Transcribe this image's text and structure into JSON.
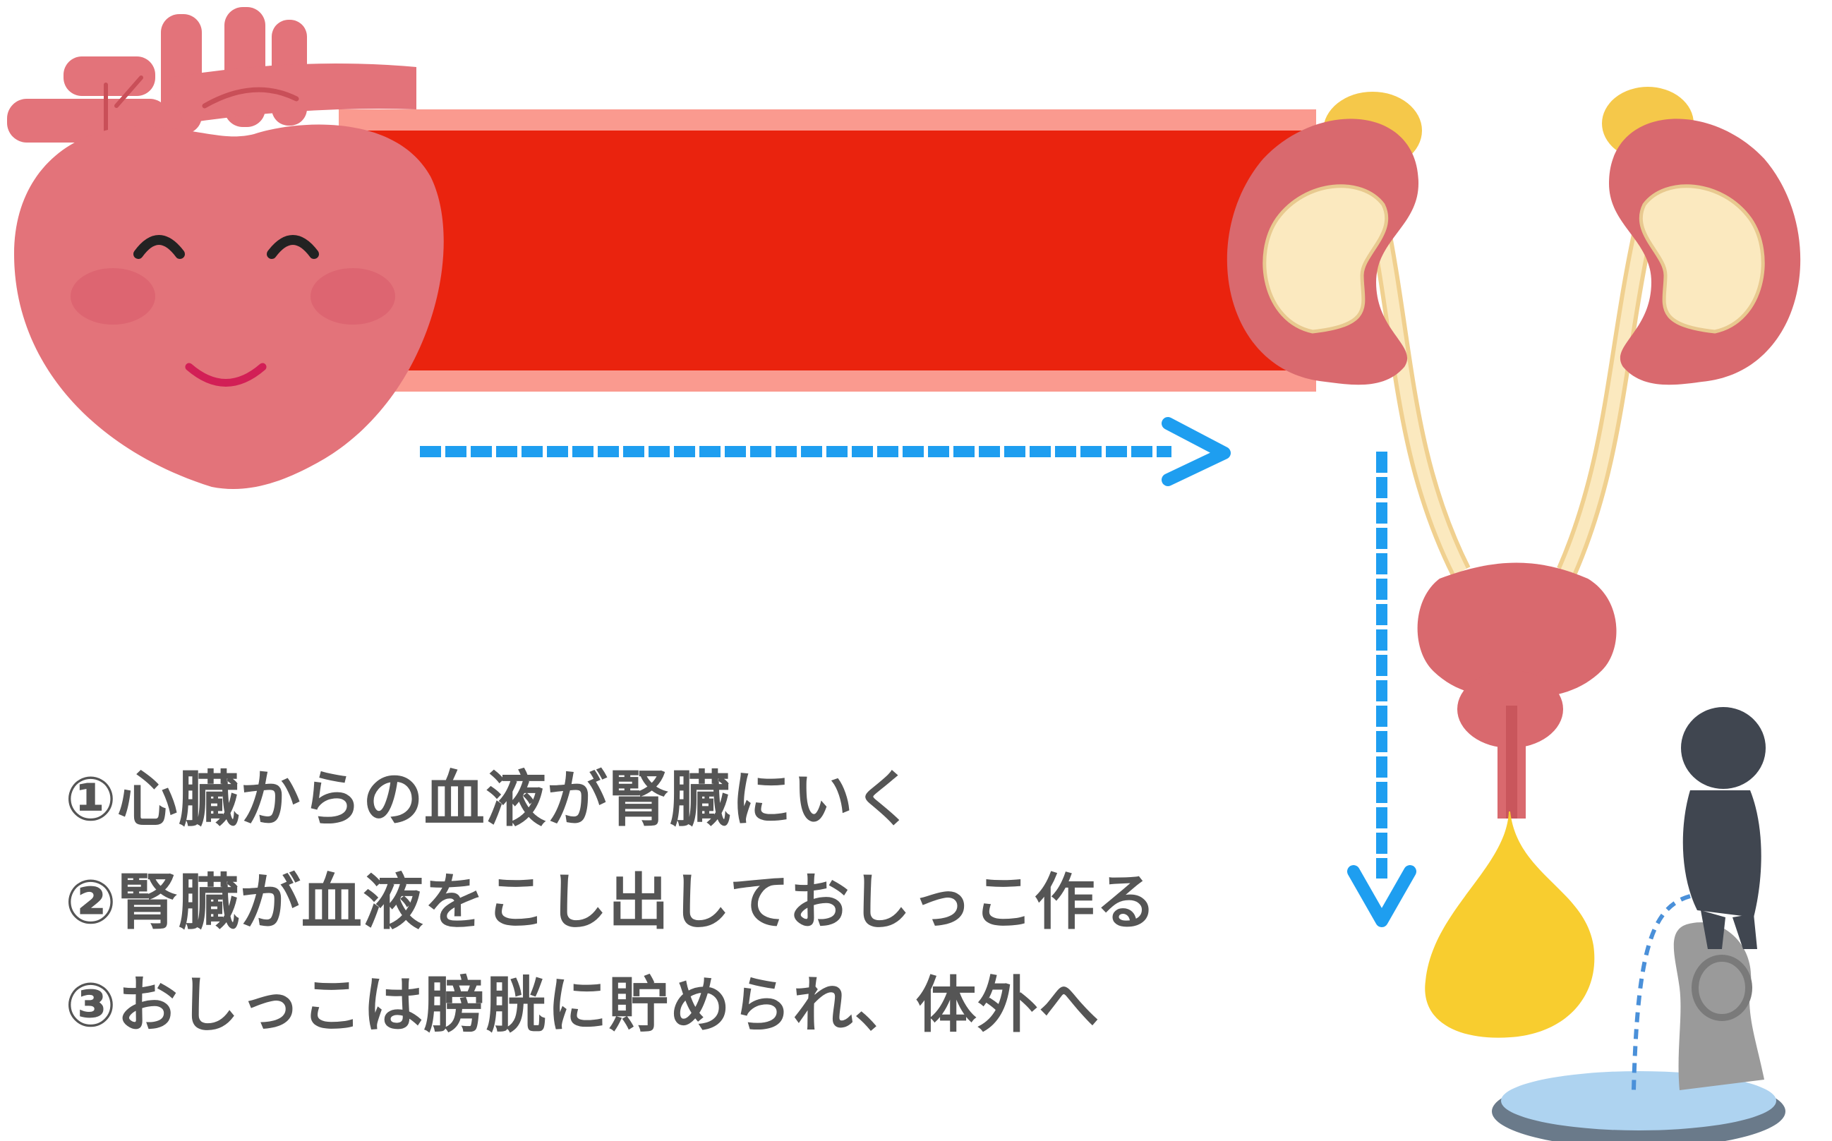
{
  "steps": [
    "①心臓からの血液が腎臓にいく",
    "②腎臓が血液をこし出しておしっこ作る",
    "③おしっこは膀胱に貯められ、体外へ"
  ],
  "colors": {
    "background": "#ffffff",
    "text": "#555555",
    "blood_vessel_outer": "#fa9a8f",
    "blood_vessel_inner": "#ea230e",
    "arrow": "#1e9ef0",
    "heart": "#e3737a",
    "kidney": "#d9696e",
    "kidney_inner": "#fbe9bf",
    "urine": "#f8cd2f",
    "statue": "#404650",
    "stone": "#9a9a9a",
    "water": "#aed3f0"
  },
  "icons": [
    "heart-character",
    "kidneys-and-bladder",
    "urine-drop",
    "manneken-pis-statue"
  ]
}
